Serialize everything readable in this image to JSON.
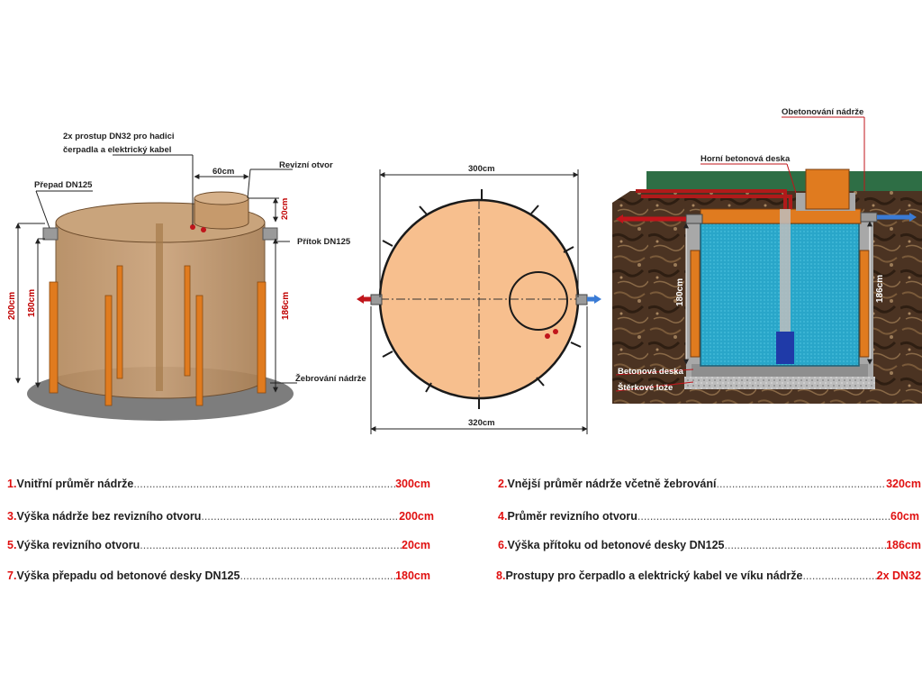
{
  "left": {
    "dn32": "2x prostup DN32 pro hadici",
    "dn32b": "čerpadla a elektrický kabel",
    "opening_width": "60cm",
    "inspection_opening": "Revizní otvor",
    "overflow": "Přepad DN125",
    "opening_height": "20cm",
    "inflow": "Přítok DN125",
    "h200": "200cm",
    "h180": "180cm",
    "h186": "186cm",
    "ribbing": "Žebrování nádrže"
  },
  "middle": {
    "inner_diameter": "300cm",
    "outer_diameter": "320cm"
  },
  "right": {
    "encasement": "Obetonování nádrže",
    "top_slab": "Horní betonová deska",
    "h180": "180cm",
    "h186": "186cm",
    "concrete_slab": "Betonová deska",
    "gravel_bed": "Štěrkové lože"
  },
  "specs": [
    {
      "num": "1.",
      "text": "Vnitřní průměr nádrže",
      "value": "300cm"
    },
    {
      "num": "2.",
      "text": "Vnější průměr nádrže včetně žebrování",
      "value": "320cm"
    },
    {
      "num": "3.",
      "text": "Výška nádrže bez revizního otvoru",
      "value": "200cm"
    },
    {
      "num": "4.",
      "text": "Průměr revizního otvoru",
      "value": "60cm"
    },
    {
      "num": "5.",
      "text": "Výška revizního otvoru",
      "value": "20cm"
    },
    {
      "num": "6.",
      "text": "Výška přítoku od betonové desky DN125",
      "value": "186cm"
    },
    {
      "num": "7.",
      "text": "Výška přepadu od betonové desky DN125",
      "value": "180cm"
    },
    {
      "num": "8.",
      "text": "Prostupy pro čerpadlo a elektrický kabel ve víku nádrže",
      "value": "2x DN32"
    }
  ],
  "colors": {
    "tank_fill": "#c49a6c",
    "rib": "#e07b1f",
    "water": "#2aa8c8",
    "soil": "#4a3322",
    "grass": "#2e6e45",
    "dimension_text": "#c00000"
  }
}
